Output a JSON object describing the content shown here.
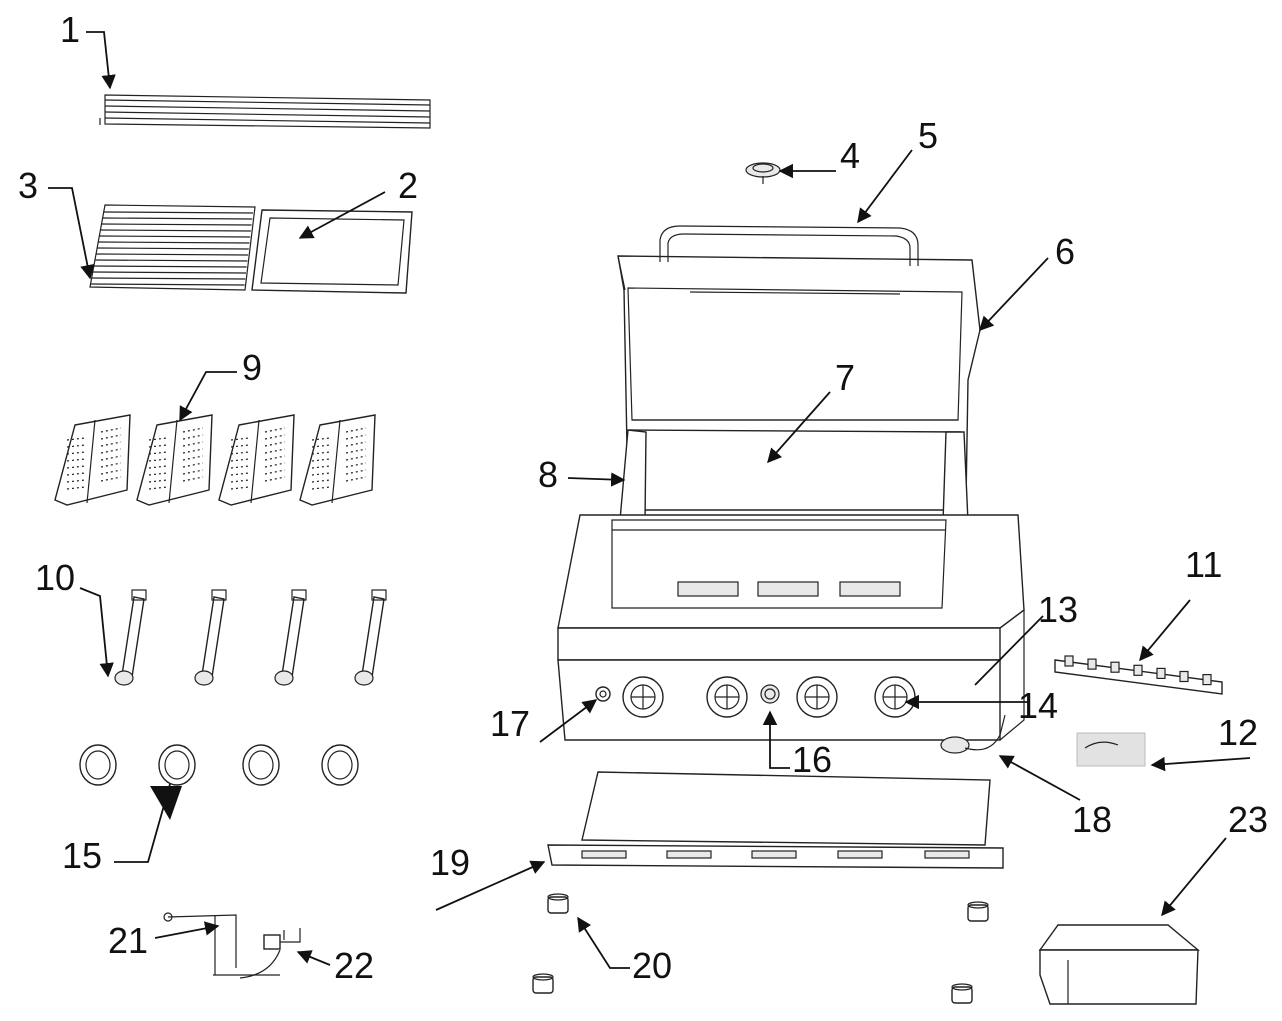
{
  "labels": {
    "p1": "1",
    "p2": "2",
    "p3": "3",
    "p4": "4",
    "p5": "5",
    "p6": "6",
    "p7": "7",
    "p8": "8",
    "p9": "9",
    "p10": "10",
    "p11": "11",
    "p12": "12",
    "p13": "13",
    "p14": "14",
    "p15": "15",
    "p16": "16",
    "p17": "17",
    "p18": "18",
    "p19": "19",
    "p20": "20",
    "p21": "21",
    "p22": "22",
    "p23": "23"
  },
  "colors": {
    "line": "#111111",
    "background": "#ffffff"
  }
}
